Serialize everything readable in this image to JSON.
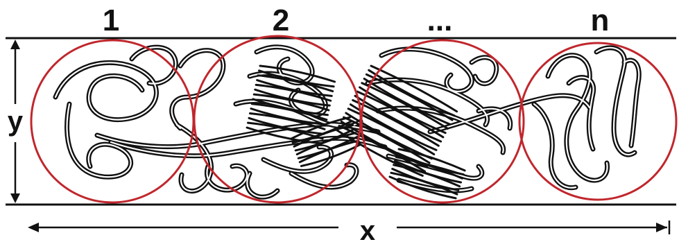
{
  "colors": {
    "circle": "#c0272d",
    "strand": "#111111",
    "line": "#111111",
    "background": "#ffffff"
  },
  "segments": [
    {
      "label": "1"
    },
    {
      "label": "2"
    },
    {
      "label": "..."
    },
    {
      "label": "n"
    }
  ],
  "axes": {
    "y_label": "y",
    "x_label": "x"
  }
}
